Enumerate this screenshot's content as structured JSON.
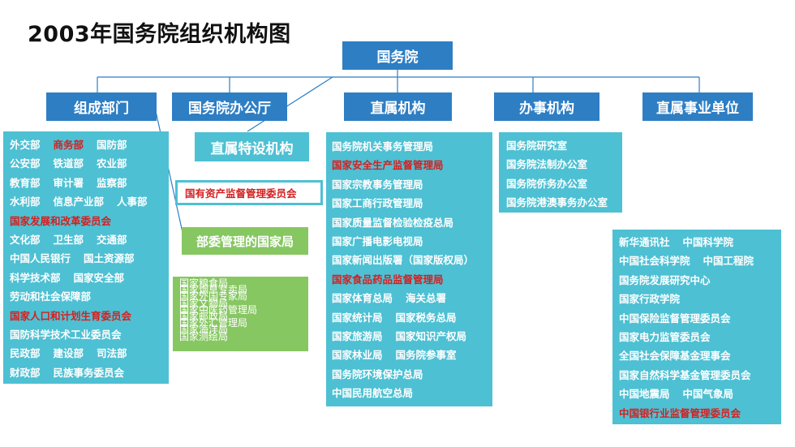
{
  "title": "2003年国务院组织机构图",
  "root": "国务院",
  "categories": {
    "zucheng": "组成部门",
    "bangongting": "国务院办公厅",
    "zhishu": "直属机构",
    "banshi": "办事机构",
    "shiye": "直属事业单位",
    "teshe": "直属特设机构",
    "buwei": "部委管理的国家局"
  },
  "teshe_item": "国有资产监督管理委员会",
  "zucheng_rows": [
    [
      {
        "t": "外交部",
        "red": false
      },
      {
        "t": "商务部",
        "red": true
      },
      {
        "t": "国防部",
        "red": false
      }
    ],
    [
      {
        "t": "公安部",
        "red": false
      },
      {
        "t": "铁道部",
        "red": false
      },
      {
        "t": "农业部",
        "red": false
      }
    ],
    [
      {
        "t": "教育部",
        "red": false
      },
      {
        "t": "审计署",
        "red": false
      },
      {
        "t": "监察部",
        "red": false
      }
    ],
    [
      {
        "t": "水利部",
        "red": false
      },
      {
        "t": "信息产业部",
        "red": false
      },
      {
        "t": "人事部",
        "red": false
      }
    ],
    [
      {
        "t": "国家发展和改革委员会",
        "red": true
      }
    ],
    [
      {
        "t": "文化部",
        "red": false
      },
      {
        "t": "卫生部",
        "red": false
      },
      {
        "t": "交通部",
        "red": false
      }
    ],
    [
      {
        "t": "中国人民银行",
        "red": false
      },
      {
        "t": "国土资源部",
        "red": false
      }
    ],
    [
      {
        "t": "科学技术部",
        "red": false
      },
      {
        "t": "国家安全部",
        "red": false
      }
    ],
    [
      {
        "t": "劳动和社会保障部",
        "red": false
      }
    ],
    [
      {
        "t": "国家人口和计划生育委员会",
        "red": true
      }
    ],
    [
      {
        "t": "国防科学技术工业委员会",
        "red": false
      }
    ],
    [
      {
        "t": "民政部",
        "red": false
      },
      {
        "t": "建设部",
        "red": false
      },
      {
        "t": "司法部",
        "red": false
      }
    ],
    [
      {
        "t": "财政部",
        "red": false
      },
      {
        "t": "民族事务委员会",
        "red": false
      }
    ]
  ],
  "buwei_items": [
    "国家粮食局",
    "国家烟草专卖局",
    "国家外国专家局",
    "国家文物局",
    "国家中医药管理局",
    "国家邮政局",
    "国家外汇管理局",
    "国家海洋局",
    "国家测绘局"
  ],
  "zhishu_rows": [
    [
      {
        "t": "国务院机关事务管理局",
        "red": false
      }
    ],
    [
      {
        "t": "国家安全生产监督管理局",
        "red": true
      }
    ],
    [
      {
        "t": "国家宗教事务管理局",
        "red": false
      }
    ],
    [
      {
        "t": "国家工商行政管理局",
        "red": false
      }
    ],
    [
      {
        "t": "国家质量监督检验检疫总局",
        "red": false
      }
    ],
    [
      {
        "t": "国家广播电影电视局",
        "red": false
      }
    ],
    [
      {
        "t": "国家新闻出版署（国家版权局）",
        "red": false
      }
    ],
    [
      {
        "t": "国家食品药品监督管理局",
        "red": true
      }
    ],
    [
      {
        "t": "国家体育总局",
        "red": false
      },
      {
        "t": "海关总署",
        "red": false
      }
    ],
    [
      {
        "t": "国家统计局",
        "red": false
      },
      {
        "t": "国家税务总局",
        "red": false
      }
    ],
    [
      {
        "t": "国家旅游局",
        "red": false
      },
      {
        "t": "国家知识产权局",
        "red": false
      }
    ],
    [
      {
        "t": "国家林业局",
        "red": false
      },
      {
        "t": "国务院参事室",
        "red": false
      }
    ],
    [
      {
        "t": "国务院环境保护总局",
        "red": false
      }
    ],
    [
      {
        "t": "中国民用航空总局",
        "red": false
      }
    ]
  ],
  "banshi_rows": [
    [
      {
        "t": "国务院研究室",
        "red": false
      }
    ],
    [
      {
        "t": "国务院法制办公室",
        "red": false
      }
    ],
    [
      {
        "t": "国务院侨务办公室",
        "red": false
      }
    ],
    [
      {
        "t": "国务院港澳事务办公室",
        "red": false
      }
    ]
  ],
  "shiye_rows": [
    [
      {
        "t": "新华通讯社",
        "red": false
      },
      {
        "t": "中国科学院",
        "red": false
      }
    ],
    [
      {
        "t": "中国社会科学院",
        "red": false
      },
      {
        "t": "中国工程院",
        "red": false
      }
    ],
    [
      {
        "t": "国务院发展研究中心",
        "red": false
      }
    ],
    [
      {
        "t": "国家行政学院",
        "red": false
      }
    ],
    [
      {
        "t": "中国保险监督管理委员会",
        "red": false
      }
    ],
    [
      {
        "t": "国家电力监管委员会",
        "red": false
      }
    ],
    [
      {
        "t": "全国社会保障基金理事会",
        "red": false
      }
    ],
    [
      {
        "t": "国家自然科学基金管理委员会",
        "red": false
      }
    ],
    [
      {
        "t": "中国地震局",
        "red": false
      },
      {
        "t": "中国气象局",
        "red": false
      }
    ],
    [
      {
        "t": "中国银行业监督管理委员会",
        "red": true
      }
    ]
  ]
}
